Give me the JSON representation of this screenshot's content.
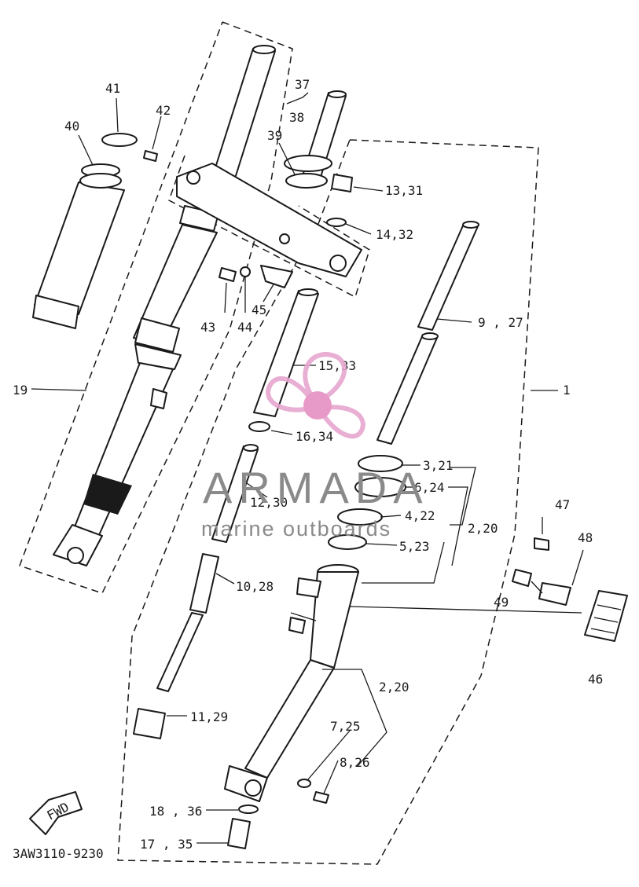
{
  "diagram": {
    "code": "3AW3110-9230",
    "fwd_label": "FWD",
    "callouts": [
      {
        "id": "c41",
        "text": "41"
      },
      {
        "id": "c42",
        "text": "42"
      },
      {
        "id": "c40",
        "text": "40"
      },
      {
        "id": "c37",
        "text": "37"
      },
      {
        "id": "c38",
        "text": "38"
      },
      {
        "id": "c39",
        "text": "39"
      },
      {
        "id": "c13",
        "text": "13,31"
      },
      {
        "id": "c14",
        "text": "14,32"
      },
      {
        "id": "c43",
        "text": "43"
      },
      {
        "id": "c44",
        "text": "44"
      },
      {
        "id": "c45",
        "text": "45"
      },
      {
        "id": "c9",
        "text": "9 , 27"
      },
      {
        "id": "c15",
        "text": "15,33"
      },
      {
        "id": "c19",
        "text": "19"
      },
      {
        "id": "c1",
        "text": "1"
      },
      {
        "id": "c16",
        "text": "16,34"
      },
      {
        "id": "c3",
        "text": "3,21"
      },
      {
        "id": "c6",
        "text": "6,24"
      },
      {
        "id": "c12",
        "text": "12,30"
      },
      {
        "id": "c4",
        "text": "4,22"
      },
      {
        "id": "c220a",
        "text": "2,20"
      },
      {
        "id": "c5",
        "text": "5,23"
      },
      {
        "id": "c47",
        "text": "47"
      },
      {
        "id": "c48",
        "text": "48"
      },
      {
        "id": "c10",
        "text": "10,28"
      },
      {
        "id": "c49",
        "text": "49"
      },
      {
        "id": "c46",
        "text": "46"
      },
      {
        "id": "c220b",
        "text": "2,20"
      },
      {
        "id": "c11",
        "text": "11,29"
      },
      {
        "id": "c7",
        "text": "7,25"
      },
      {
        "id": "c8",
        "text": "8,26"
      },
      {
        "id": "c18",
        "text": "18 , 36"
      },
      {
        "id": "c17",
        "text": "17 , 35"
      }
    ]
  },
  "watermark": {
    "brand": "ARMADA",
    "tagline": "marine outboards",
    "colors": {
      "text": "#8a8a8a",
      "logo": "#e6a6cf",
      "logo_center": "#e590c2"
    }
  }
}
